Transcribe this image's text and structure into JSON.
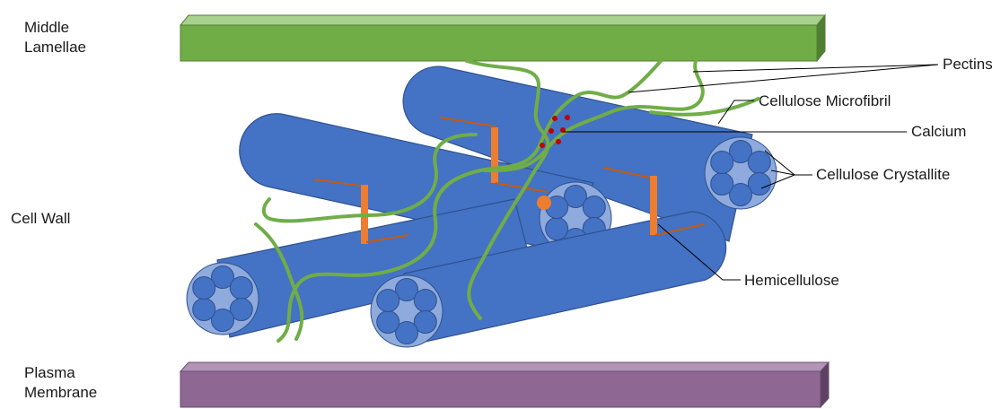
{
  "layers": {
    "middle_lamellae": [
      "Middle",
      "Lamellae"
    ],
    "cell_wall": "Cell Wall",
    "plasma_membrane": [
      "Plasma",
      "Membrane"
    ]
  },
  "labels": {
    "pectins": "Pectins",
    "cellulose_microfibril": "Cellulose Microfibril",
    "calcium": "Calcium",
    "cellulose_crystallite": "Cellulose Crystallite",
    "hemicellulose": "Hemicellulose"
  },
  "colors": {
    "middle_lamellae": "#70AD47",
    "plasma_membrane": "#8E6893",
    "microfibril": "#4472C4",
    "crystallite_face": "#8FAADC",
    "pectin": "#70AD47",
    "hemicellulose": "#ED7D31",
    "calcium": "#C00000"
  }
}
